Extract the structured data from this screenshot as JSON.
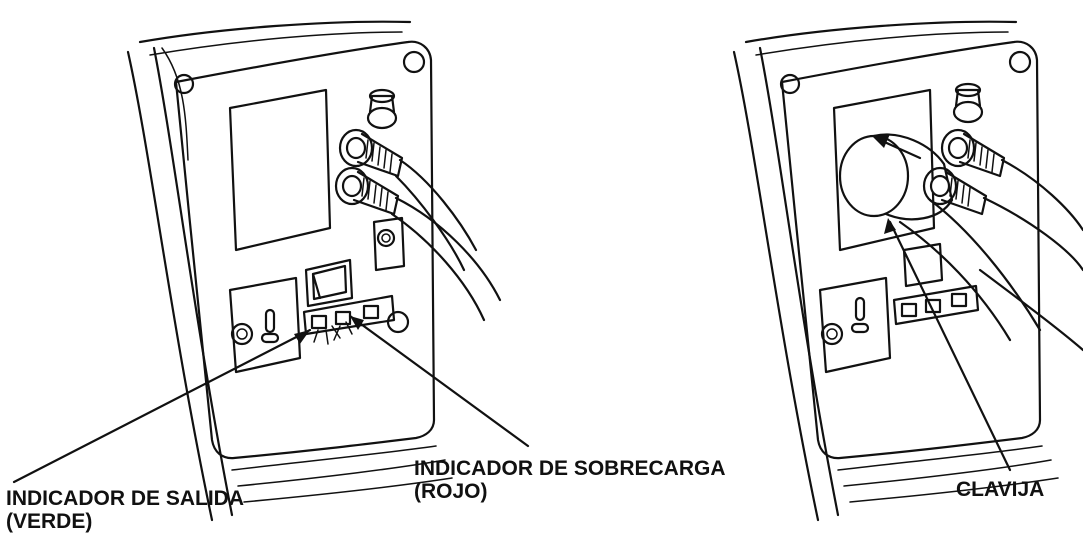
{
  "labels": {
    "output_indicator_line1": "INDICADOR DE SALIDA",
    "output_indicator_line2": "(VERDE)",
    "overload_indicator_line1": "INDICADOR DE SOBRECARGA",
    "overload_indicator_line2": "(ROJO)",
    "plug": "CLAVIJA"
  },
  "colors": {
    "line": "#111111",
    "background": "#ffffff"
  }
}
